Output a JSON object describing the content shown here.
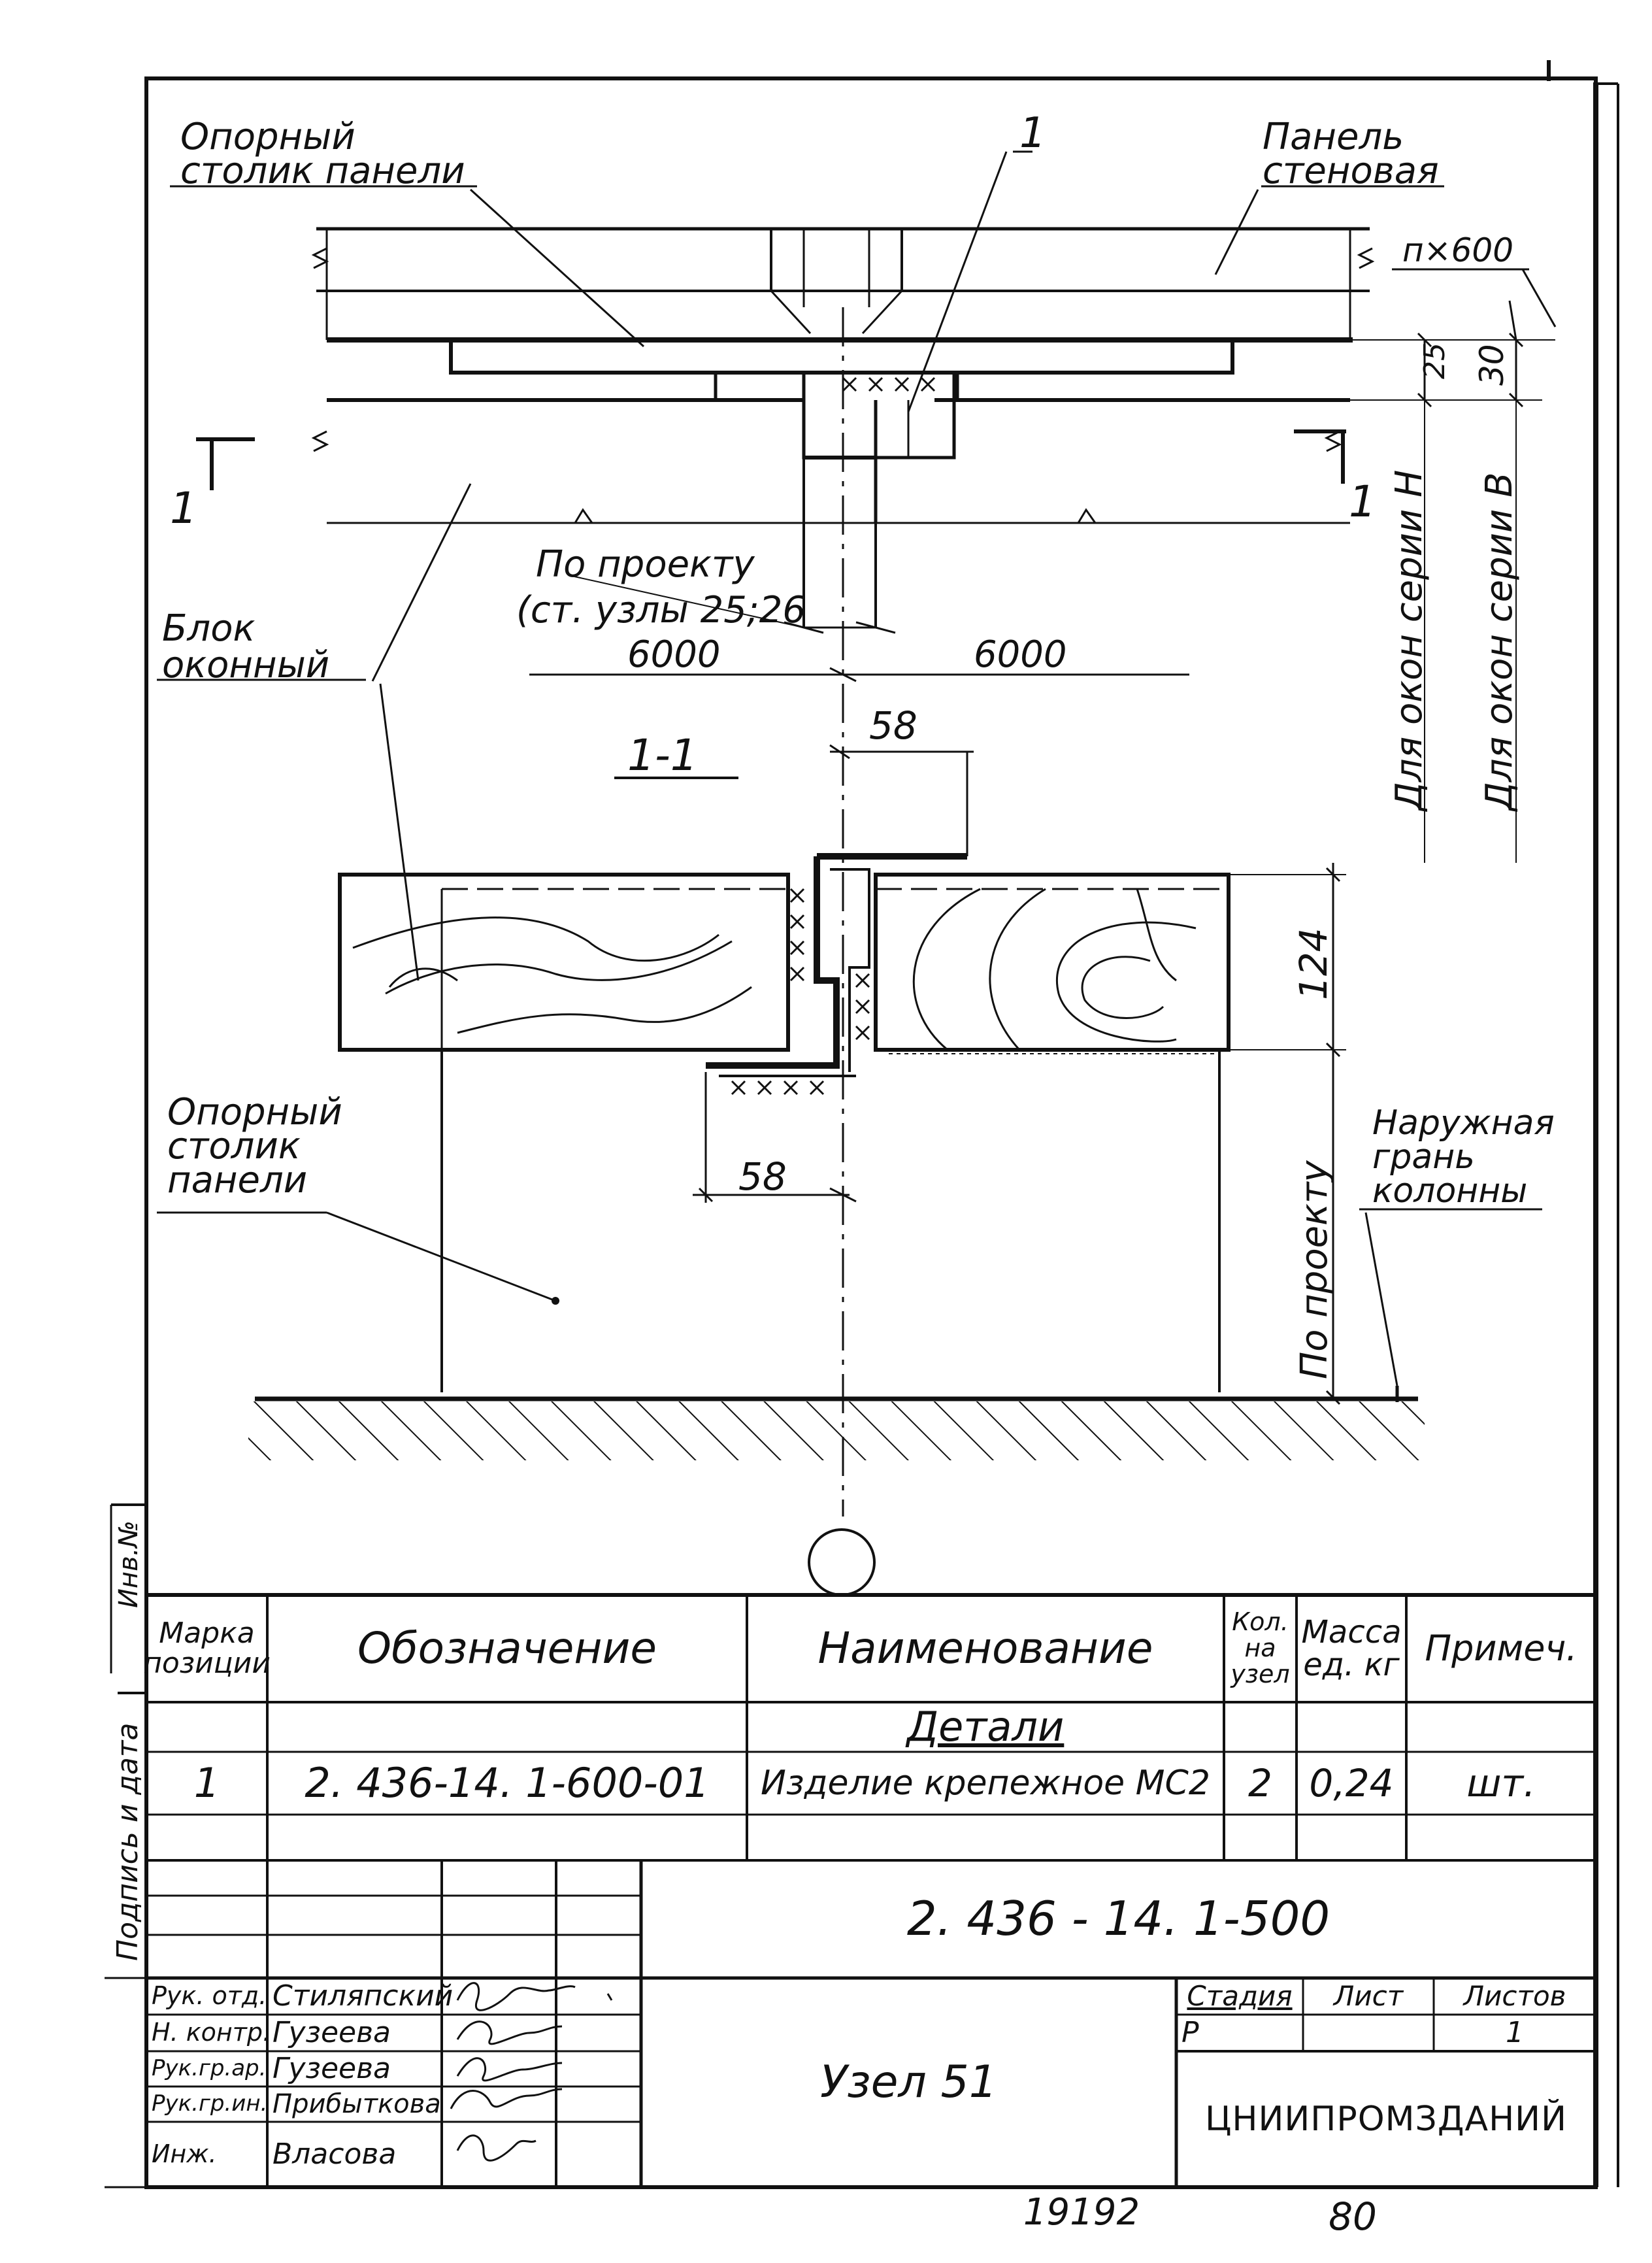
{
  "drawing": {
    "labels": {
      "support_table_top": [
        "Опорный",
        "столик панели"
      ],
      "wall_panel": [
        "Панель",
        "стеновая"
      ],
      "item_mark": "1",
      "module_dim": "п×600",
      "window_block": [
        "Блок",
        "оконный"
      ],
      "by_project": "По проекту",
      "see_nodes": "(ст. узлы 25;26",
      "span_left": "6000",
      "span_right": "6000",
      "section_mark_left": "1",
      "section_mark_right": "1",
      "section_label": "1-1",
      "dim_58_top": "58",
      "dim_58_bottom": "58",
      "dim_124": "124",
      "dim_25": "25",
      "dim_30": "30",
      "for_windows_h": "Для окон серии Н",
      "for_windows_v": "Для окон серии В",
      "support_table_bottom": [
        "Опорный",
        "столик",
        "панели"
      ],
      "outer_face": [
        "Наружная",
        "грань",
        "колонны"
      ],
      "by_project_vertical": "По проекту"
    }
  },
  "margin": {
    "inv_no": "Инв.№",
    "signature_date": "Подпись и дата"
  },
  "spec_table": {
    "headers": {
      "mark": [
        "Марка",
        "позиции"
      ],
      "designation": "Обозначение",
      "name": "Наименование",
      "qty": [
        "Кол.",
        "на",
        "узел"
      ],
      "mass": [
        "Масса",
        "ед. кг"
      ],
      "note": "Примеч."
    },
    "section_title": "Детали",
    "rows": [
      {
        "mark": "1",
        "designation": "2. 436-14. 1-600-01",
        "name": "Изделие крепежное МС2",
        "qty": "2",
        "mass": "0,24",
        "note": "шт."
      }
    ]
  },
  "title_block": {
    "doc_number": "2. 436 - 14. 1-500",
    "title": "Узел 51",
    "stage_label": "Стадия",
    "sheet_label": "Лист",
    "sheets_label": "Листов",
    "stage": "Р",
    "sheets": "1",
    "organization": "ЦНИИПРОМЗДАНИЙ",
    "staff": [
      {
        "role": "Рук. отд.",
        "name": "Стиляпский"
      },
      {
        "role": "Н. контр.",
        "name": "Гузеева"
      },
      {
        "role": "Рук.гр.ар.",
        "name": "Гузеева"
      },
      {
        "role": "Рук.гр.ин.",
        "name": "Прибыткова"
      },
      {
        "role": "Инж.",
        "name": "Власова"
      }
    ]
  },
  "footer": {
    "left_number": "19192",
    "right_number": "80"
  }
}
